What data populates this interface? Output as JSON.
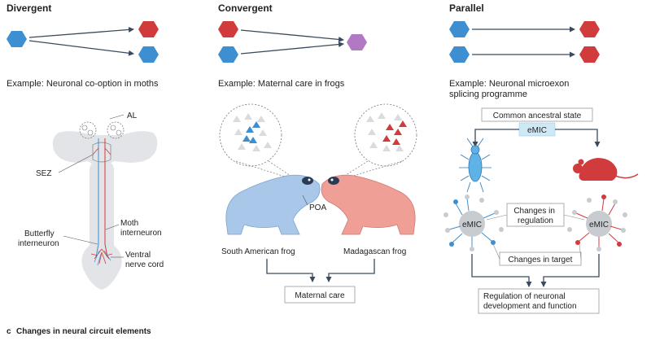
{
  "panels": {
    "divergent": {
      "heading": "Divergent",
      "example": "Example: Neuronal co-option in moths",
      "labels": {
        "al": "AL",
        "sez": "SEZ",
        "butterfly": [
          "Butterfly",
          "interneuron"
        ],
        "moth": [
          "Moth",
          "interneuron"
        ],
        "ventral": [
          "Ventral",
          "nerve cord"
        ]
      }
    },
    "convergent": {
      "heading": "Convergent",
      "example": "Example: Maternal care in frogs",
      "labels": {
        "poa": "POA",
        "south_american": "South American frog",
        "madagascan": "Madagascan frog",
        "outcome": "Maternal care"
      }
    },
    "parallel": {
      "heading": "Parallel",
      "example_lines": [
        "Example: Neuronal microexon",
        "splicing programme"
      ],
      "labels": {
        "ancestral": "Common ancestral state",
        "emic": "eMIC",
        "regulation": [
          "Changes in",
          "regulation"
        ],
        "target": "Changes in target",
        "outcome": [
          "Regulation of neuronal",
          "development and function"
        ]
      }
    }
  },
  "footer": {
    "letter": "c",
    "title": "Changes in neural circuit elements"
  },
  "colors": {
    "blue": "#3d8fd1",
    "red": "#d23b3c",
    "purple": "#b179c4",
    "frog_blue": "#a9c7e8",
    "frog_red": "#ef9f95",
    "emic_bg": "#cfe8f6",
    "gray_node": "#c8cbd0"
  },
  "icons": [
    "hexagon",
    "frog",
    "insect",
    "mouse",
    "moth-brain-outline"
  ]
}
